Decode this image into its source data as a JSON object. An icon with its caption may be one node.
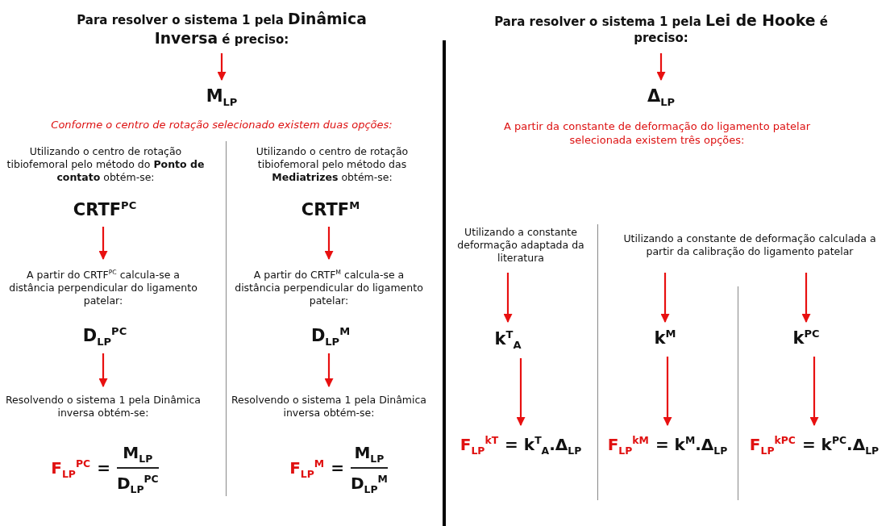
{
  "diagram": {
    "nodes": [
      {
        "text": [
          "Para resolver o sistema 1 pela **Dinâmica Inversa** é preciso:"
        ]
      },
      {
        "text": [
          "M$_{LP}$"
        ]
      },
      {
        "text": [
          "Conforme o centro de rotação selecionado existem duas opções:"
        ]
      },
      {
        "text": [
          "Utilizando o centro de rotação tibiofemoral pelo método do **Ponto de contato** obtém-se:"
        ]
      },
      {
        "text": [
          "CRTF$^{PC}$"
        ]
      },
      {
        "text": [
          "A partir do CRTF$^{PC}$ calcula-se a distância perpendicular do ligamento patelar:"
        ]
      },
      {
        "text": [
          "D$_{LP}$$^{PC}$"
        ]
      },
      {
        "text": [
          "Resolvendo o sistema 1 pela Dinâmica inversa obtém-se:"
        ]
      },
      {
        "text": [
          "F$_{LP}$$^{PC}$",
          "=",
          "M$_{LP}$",
          "D$_{LP}$$^{PC}$"
        ]
      },
      {
        "text": [
          "Utilizando o centro de rotação tibiofemoral pelo método das **Mediatrizes** obtém-se:"
        ]
      },
      {
        "text": [
          "CRTF$^{M}$"
        ]
      },
      {
        "text": [
          "A partir do CRTF$^{M}$ calcula-se a distância perpendicular do ligamento patelar:"
        ]
      },
      {
        "text": [
          "D$_{LP}$$^{M}$"
        ]
      },
      {
        "text": [
          "Resolvendo o sistema 1 pela Dinâmica inversa obtém-se:"
        ]
      },
      {
        "text": [
          "F$_{LP}$$^{M}$",
          "=",
          "M$_{LP}$",
          "D$_{LP}$$^{M}$"
        ]
      },
      {
        "text": [
          "Para resolver o sistema 1 pela **Lei de Hooke** é preciso:"
        ]
      },
      {
        "text": [
          "Δ$_{LP}$"
        ]
      },
      {
        "text": [
          "A partir da constante de deformação do ligamento patelar selecionada existem três opções:"
        ]
      },
      {
        "text": [
          "Utilizando a constante deformação adaptada da literatura"
        ]
      },
      {
        "text": [
          "Utilizando a constante de deformação calculada a partir da calibração do ligamento patelar"
        ]
      },
      {
        "text": [
          "k$^{T}$$_{A}$"
        ]
      },
      {
        "text": [
          "k$^{M}$"
        ]
      },
      {
        "text": [
          "k$^{PC}$"
        ]
      },
      {
        "text": [
          "F$_{LP}$$^{kT}$",
          "= k$^{T}$$_{A}$.Δ$_{LP}$"
        ]
      },
      {
        "text": [
          "F$_{LP}$$^{kM}$",
          "= k$^{M}$.Δ$_{LP}$"
        ]
      },
      {
        "text": [
          "F$_{LP}$$^{kPC}$",
          "= k$^{PC}$.Δ$_{LP}$"
        ]
      }
    ],
    "edges": [
      {
        "from": 0,
        "to": 1,
        "arrow": "to"
      },
      {
        "from": 4,
        "to": 5,
        "arrow": "to"
      },
      {
        "from": 6,
        "to": 7,
        "arrow": "to"
      },
      {
        "from": 10,
        "to": 11,
        "arrow": "to"
      },
      {
        "from": 12,
        "to": 13,
        "arrow": "to"
      },
      {
        "from": 15,
        "to": 16,
        "arrow": "to"
      },
      {
        "from": 18,
        "to": 20,
        "arrow": "to"
      },
      {
        "from": 20,
        "to": 23,
        "arrow": "to"
      },
      {
        "from": 19,
        "to": 21,
        "arrow": "to"
      },
      {
        "from": 19,
        "to": 22,
        "arrow": "to"
      },
      {
        "from": 21,
        "to": 24,
        "arrow": "to"
      },
      {
        "from": 22,
        "to": 25,
        "arrow": "to"
      }
    ]
  }
}
